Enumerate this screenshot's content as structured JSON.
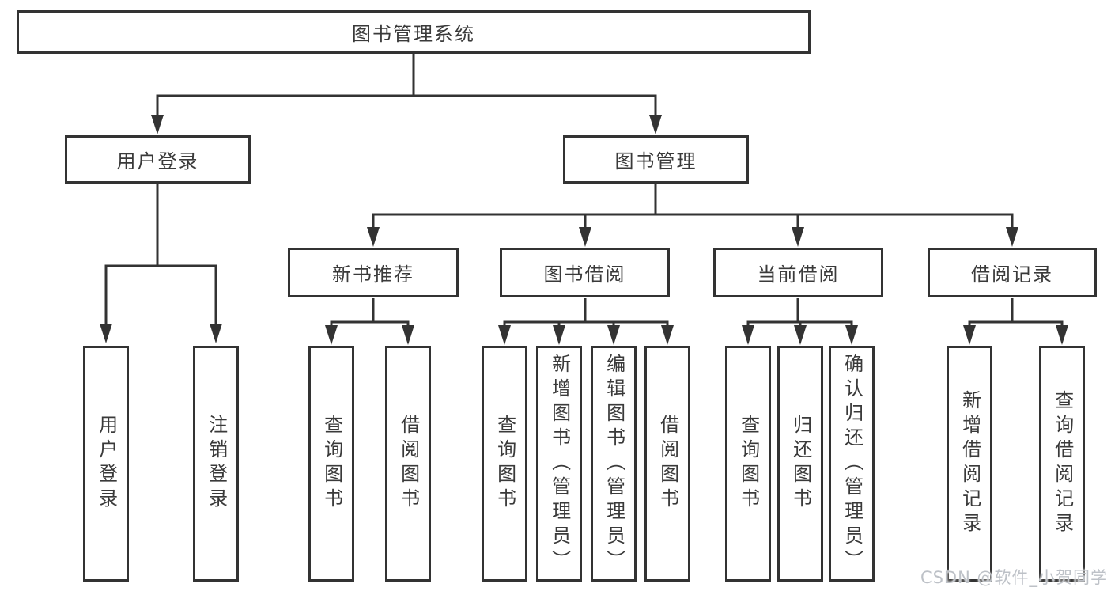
{
  "diagram": {
    "root": "图书管理系统",
    "user_login": {
      "label": "用户登录",
      "children": [
        {
          "label": "用户登录"
        },
        {
          "label": "注销登录"
        }
      ]
    },
    "book_management": {
      "label": "图书管理",
      "sections": [
        {
          "label": "新书推荐",
          "children": [
            {
              "label": "查询图书"
            },
            {
              "label": "借阅图书"
            }
          ]
        },
        {
          "label": "图书借阅",
          "children": [
            {
              "label": "查询图书"
            },
            {
              "label": "新增图书（管理员）"
            },
            {
              "label": "编辑图书（管理员）"
            },
            {
              "label": "借阅图书"
            }
          ]
        },
        {
          "label": "当前借阅",
          "children": [
            {
              "label": "查询图书"
            },
            {
              "label": "归还图书"
            },
            {
              "label": "确认归还（管理员）"
            }
          ]
        },
        {
          "label": "借阅记录",
          "children": [
            {
              "label": "新增借阅记录"
            },
            {
              "label": "查询借阅记录"
            }
          ]
        }
      ]
    },
    "colors": {
      "line": "#333333",
      "border": "#333333",
      "text": "#3a3a3a",
      "watermark": "#bdc1c7",
      "background": "#ffffff"
    }
  },
  "watermark": "CSDN @软件_小贺同学"
}
